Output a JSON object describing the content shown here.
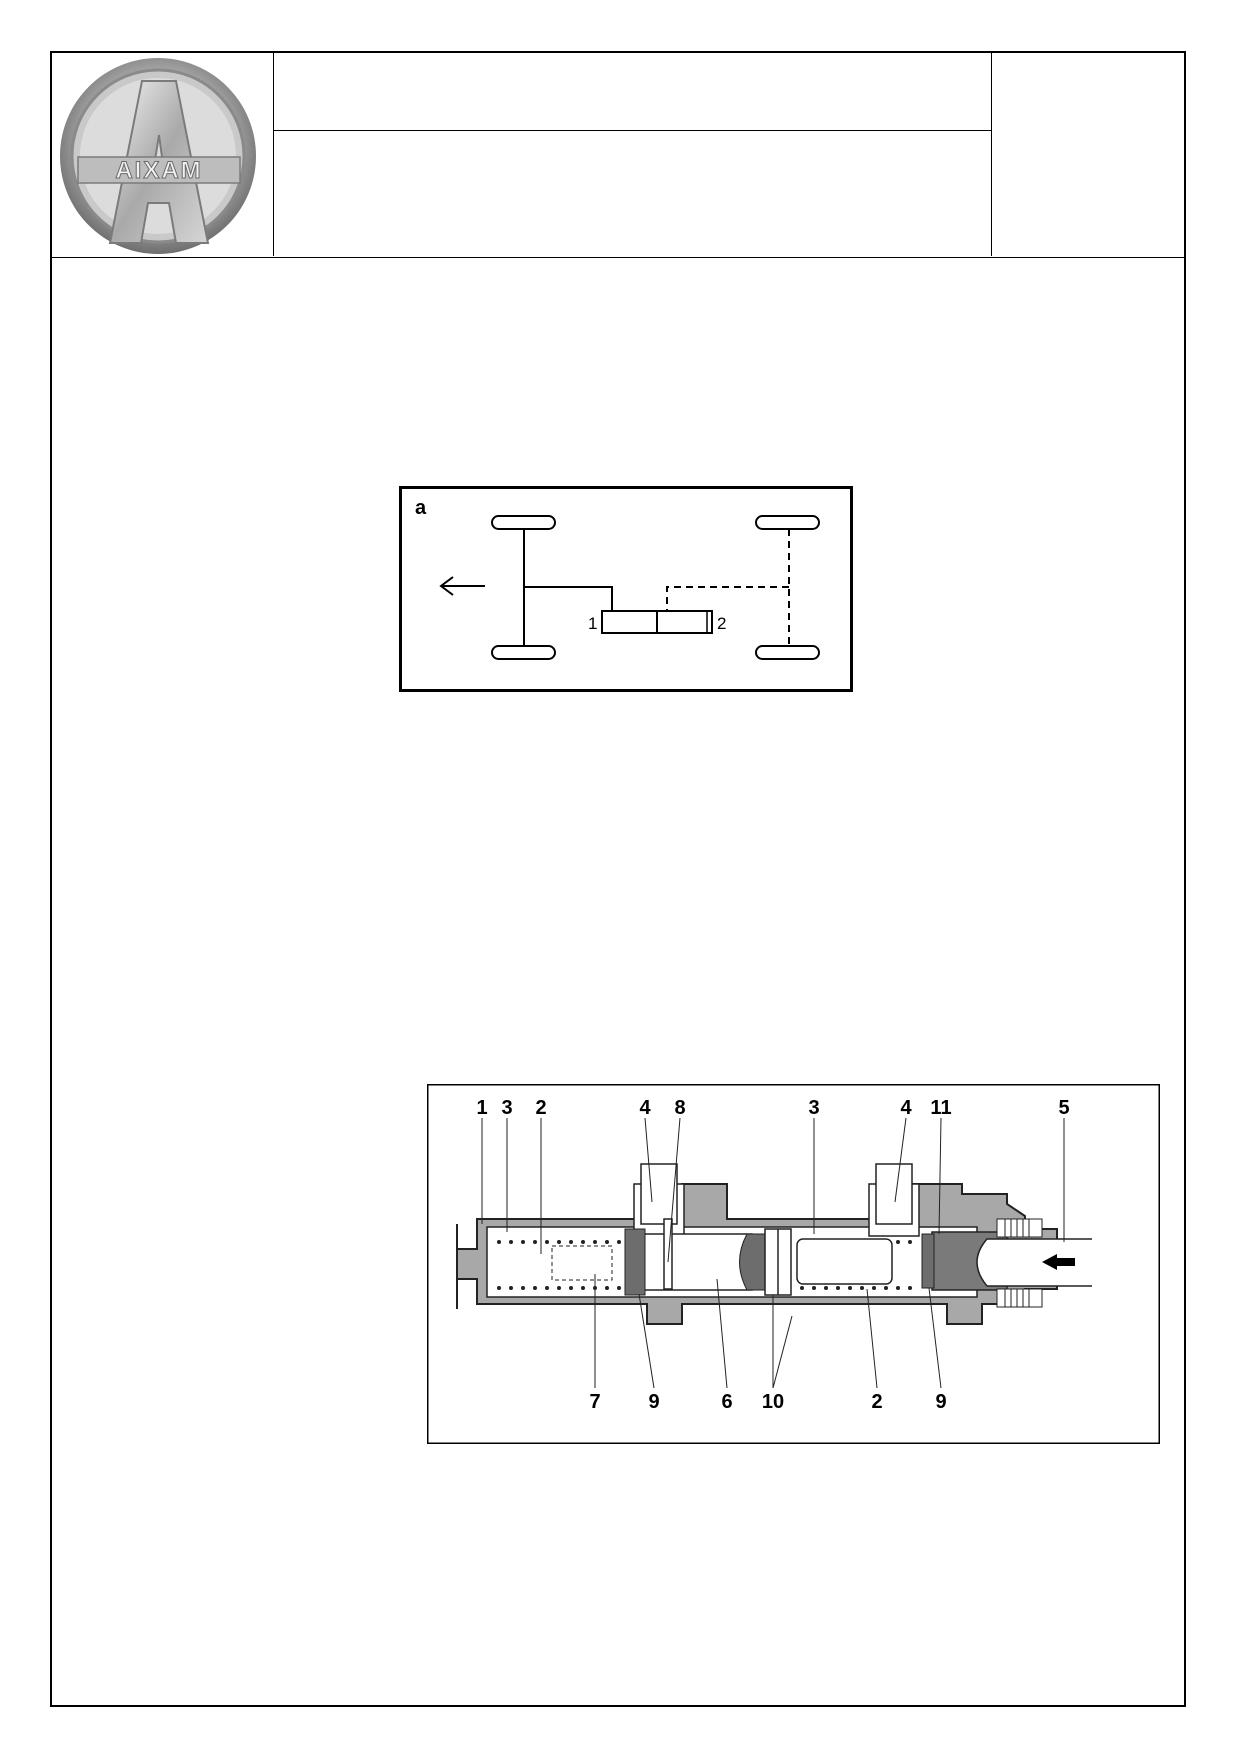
{
  "header": {
    "logo_text": "AIXAM",
    "title_top": "",
    "title_bottom": "",
    "reference": ""
  },
  "figure_a": {
    "panel_label": "a",
    "circuit_1_label": "1",
    "circuit_2_label": "2",
    "direction_arrow": "arrow-left-icon"
  },
  "figure_b": {
    "callouts_top": [
      "1",
      "3",
      "2",
      "4",
      "8",
      "3",
      "4",
      "11",
      "5"
    ],
    "callouts_bottom": [
      "7",
      "9",
      "6",
      "10",
      "2",
      "9"
    ],
    "push_arrow": "arrow-left-icon"
  }
}
